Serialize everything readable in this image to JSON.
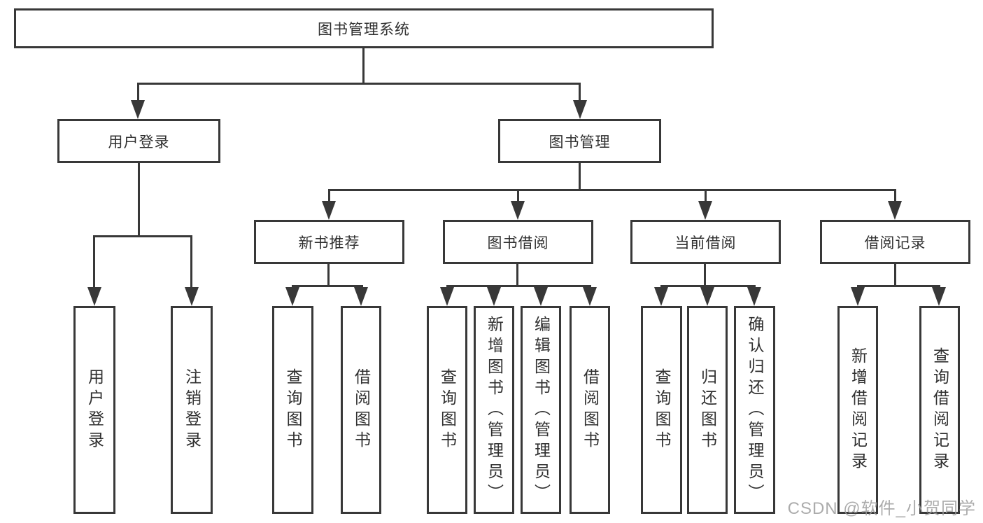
{
  "nodes": {
    "root": "图书管理系统",
    "user_login": "用户登录",
    "book_mgmt": "图书管理",
    "new_book": "新书推荐",
    "book_borrow": "图书借阅",
    "current_borrow": "当前借阅",
    "borrow_record": "借阅记录"
  },
  "leaves": {
    "user_login": [
      "用户登录",
      "注销登录"
    ],
    "new_book": [
      "查询图书",
      "借阅图书"
    ],
    "book_borrow": [
      "查询图书",
      "新增图书（管理员）",
      "编辑图书（管理员）",
      "借阅图书"
    ],
    "current_borrow": [
      "查询图书",
      "归还图书",
      "确认归还（管理员）"
    ],
    "borrow_record": [
      "新增借阅记录",
      "查询借阅记录"
    ]
  },
  "watermark": "CSDN @软件_小贺同学",
  "colors": {
    "line": "#383838",
    "text": "#303030",
    "bg": "#ffffff",
    "watermark": "#9e9e9e"
  }
}
